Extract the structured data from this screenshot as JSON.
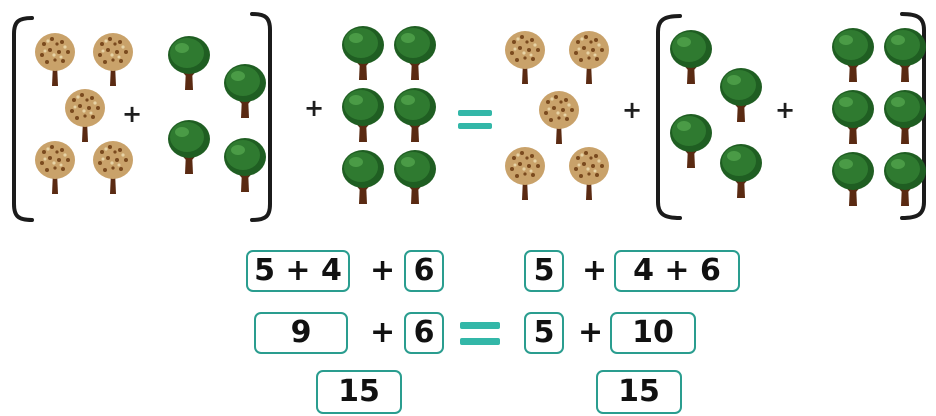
{
  "colors": {
    "bracket": "#1b1b1b",
    "box_border": "#2a9d8f",
    "equals_green": "#33b7a8",
    "text": "#111111",
    "tree_green": "#2f7a30",
    "tree_trunk": "#5a2a12",
    "flower_tree": "#c9a26a"
  },
  "icons": {
    "flowering_tree": "flowering-tree-icon",
    "green_tree": "green-tree-icon"
  },
  "picture": {
    "plus": "+",
    "left_group_a_count": 5,
    "left_group_b_count": 4,
    "left_group_c_count": 6,
    "right_group_a_count": 5,
    "right_group_b_count": 4,
    "right_group_c_count": 6
  },
  "equation": {
    "row1": {
      "left_box": "5 + 4",
      "left_plus": "+",
      "left_small": "6",
      "right_small": "5",
      "right_plus": "+",
      "right_box": "4 + 6"
    },
    "row2": {
      "left_box": "9",
      "left_plus": "+",
      "left_small": "6",
      "right_small": "5",
      "right_plus": "+",
      "right_box": "10"
    },
    "row3": {
      "left_box": "15",
      "right_box": "15"
    }
  }
}
